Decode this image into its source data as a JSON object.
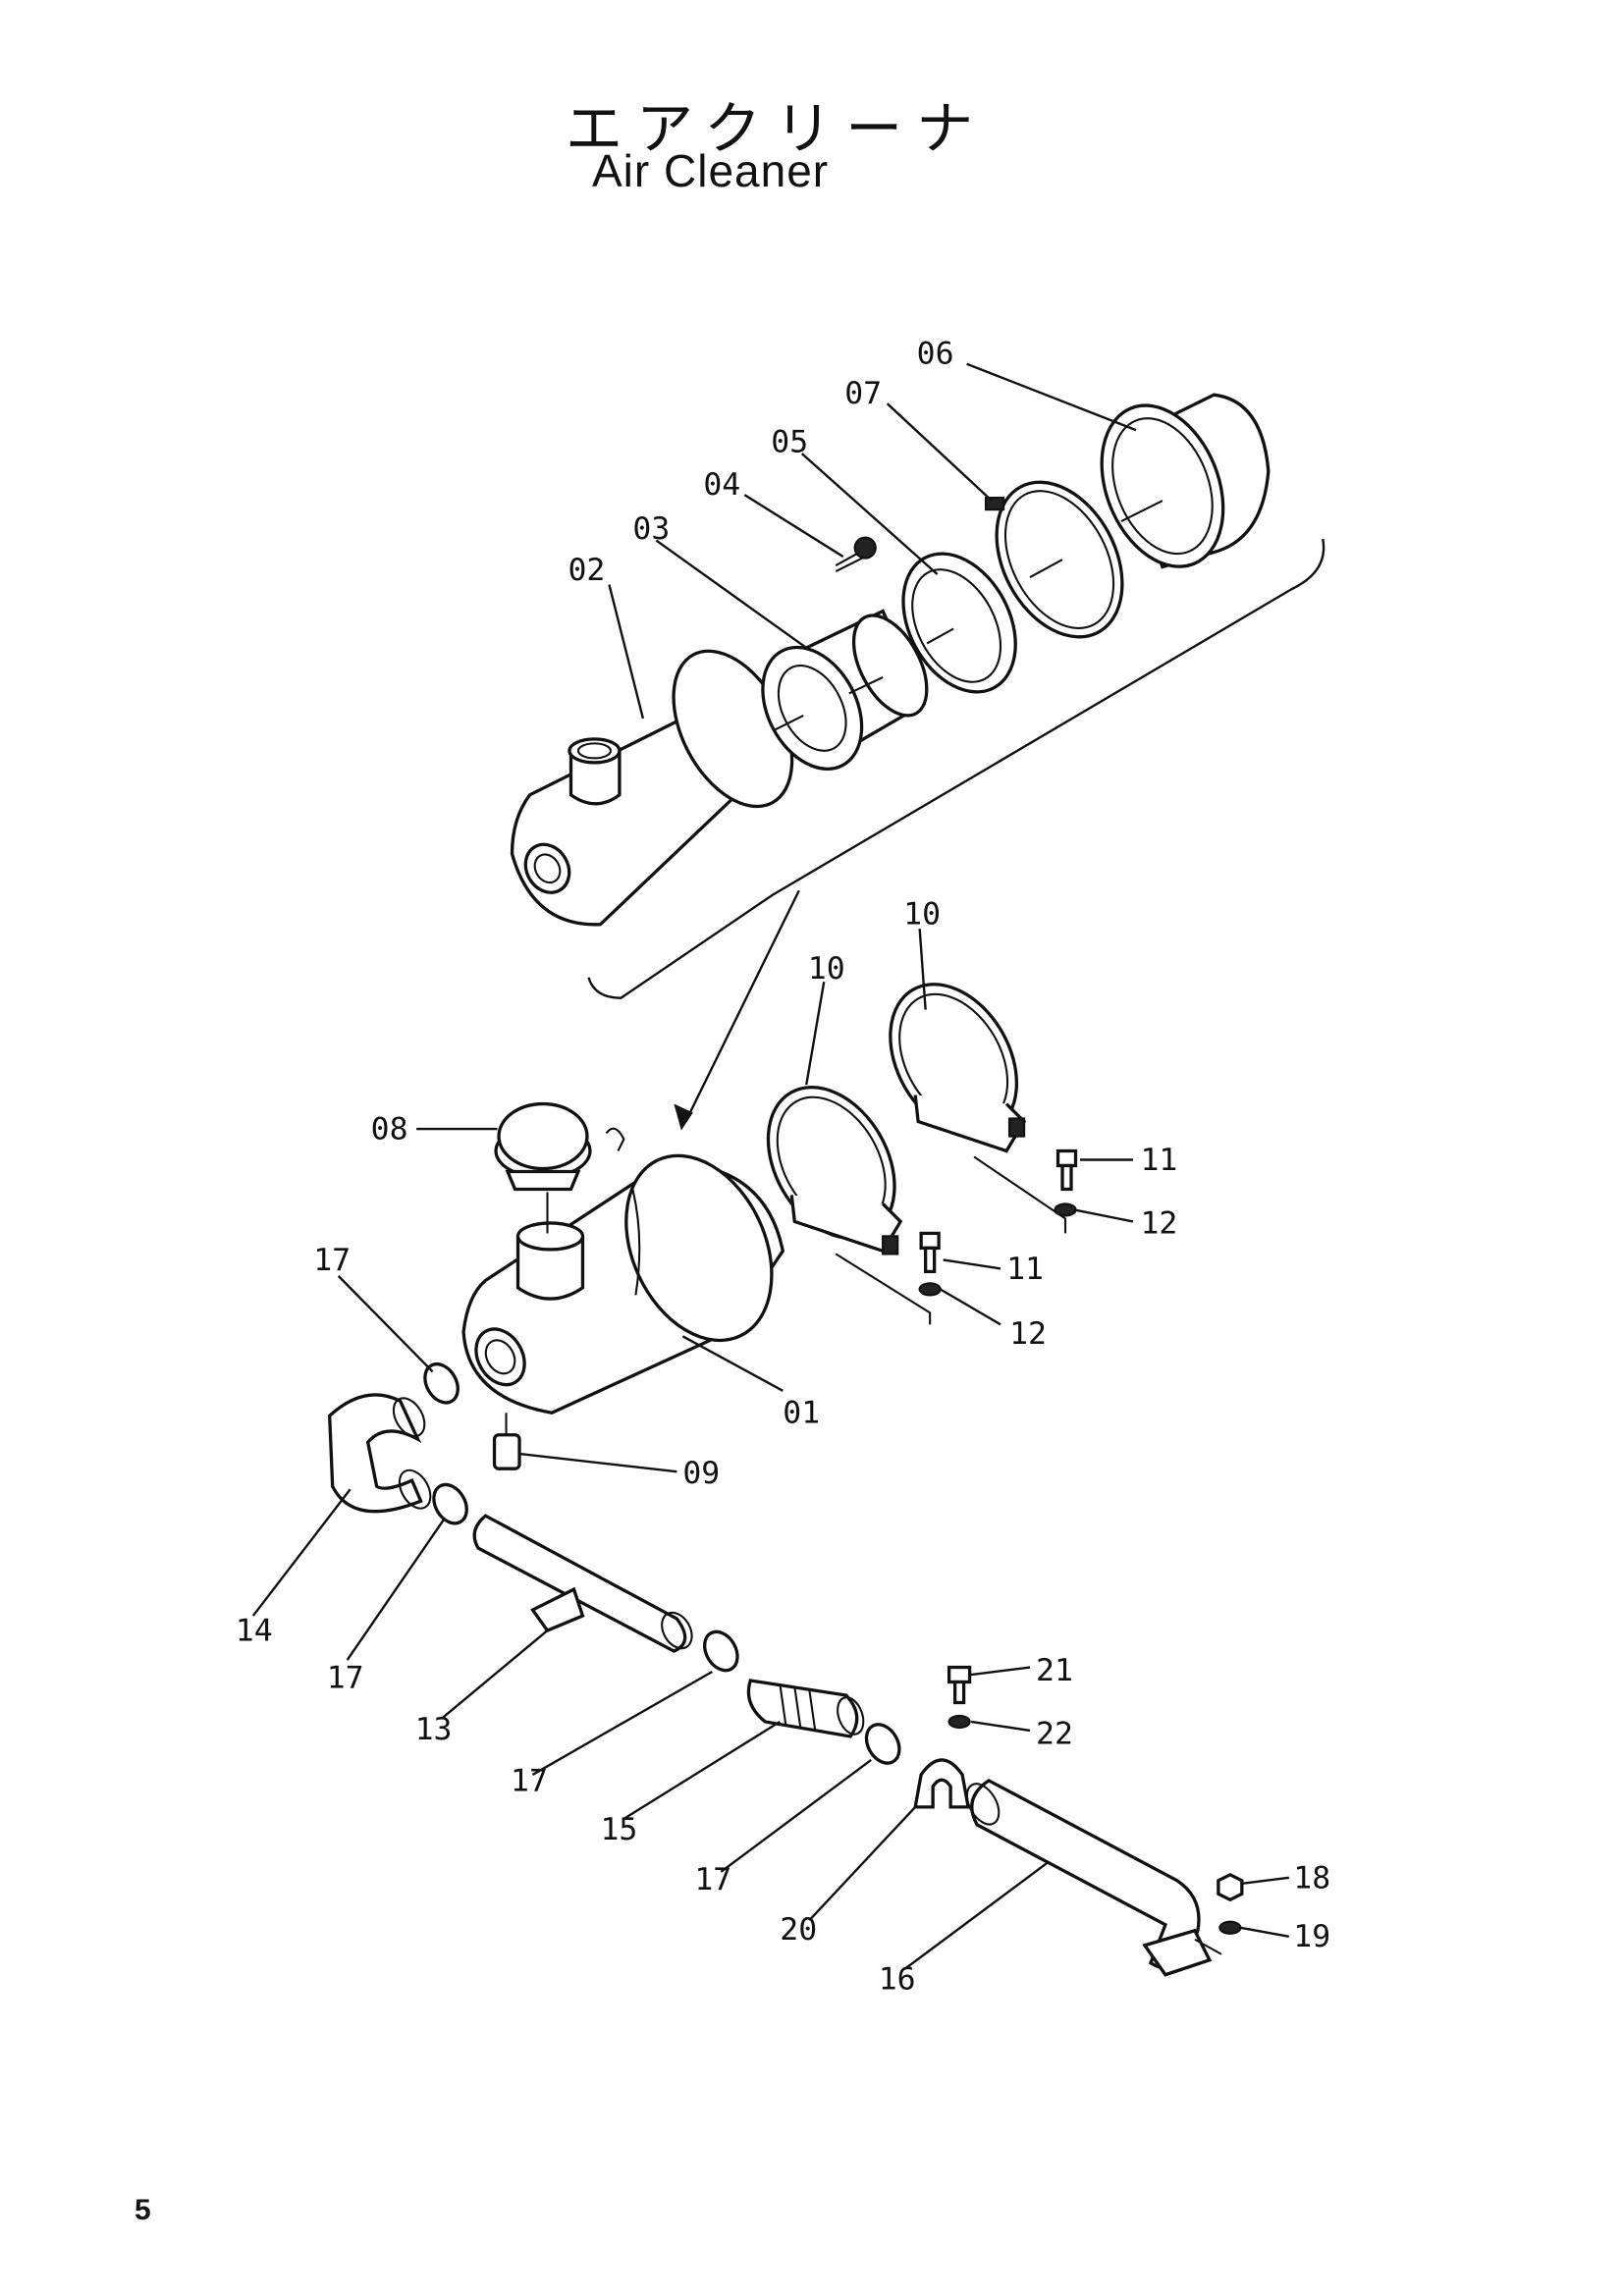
{
  "page": {
    "title_jp": "エアクリーナ",
    "title_en": "Air Cleaner",
    "page_number": "5"
  },
  "labels": {
    "p01": "01",
    "p02": "02",
    "p03": "03",
    "p04": "04",
    "p05": "05",
    "p06": "06",
    "p07": "07",
    "p08": "08",
    "p09": "09",
    "p10a": "10",
    "p10b": "10",
    "p11a": "11",
    "p11b": "11",
    "p12a": "12",
    "p12b": "12",
    "p13": "13",
    "p14": "14",
    "p15": "15",
    "p16": "16",
    "p17a": "17",
    "p17b": "17",
    "p17c": "17",
    "p17d": "17",
    "p18": "18",
    "p19": "19",
    "p20": "20",
    "p21": "21",
    "p22": "22"
  }
}
